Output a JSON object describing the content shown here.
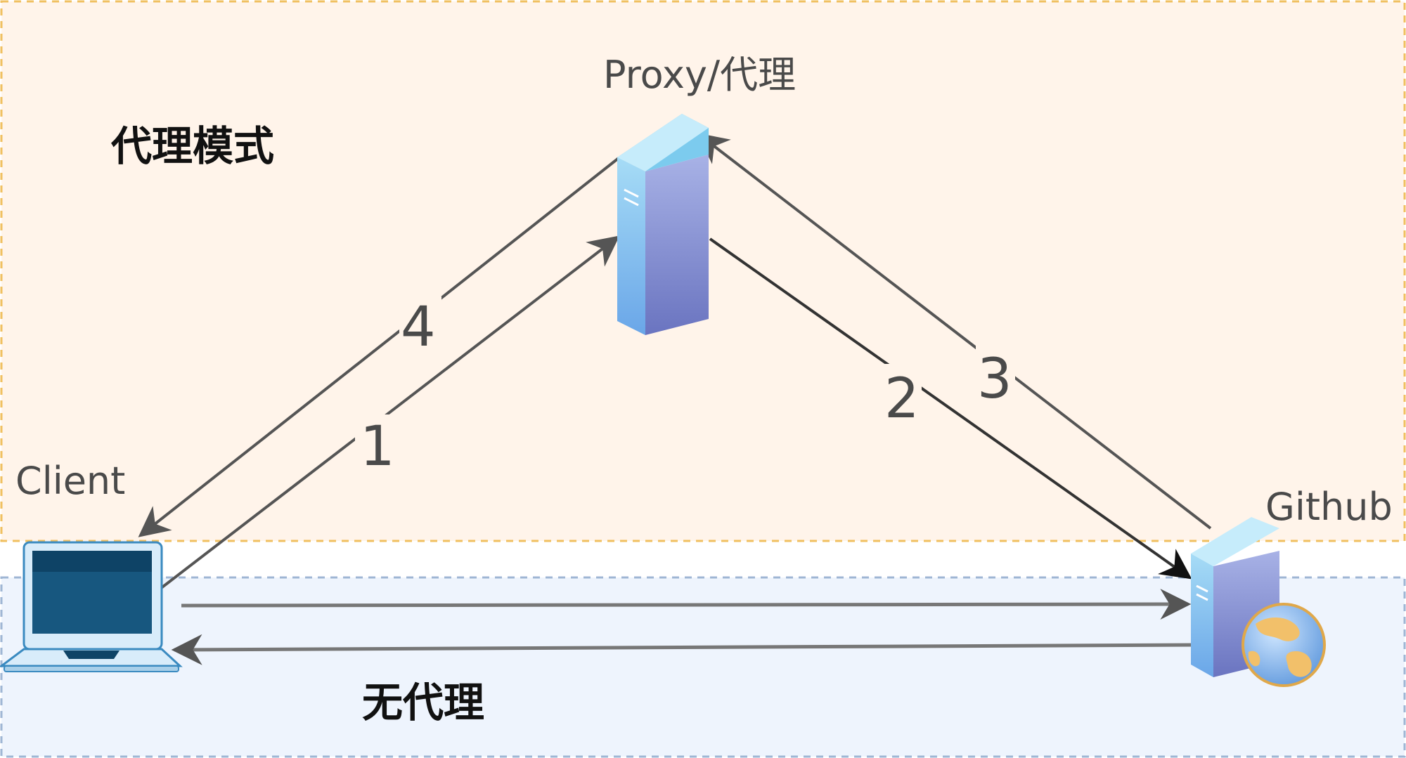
{
  "regions": {
    "proxy_mode": {
      "label": "代理模式",
      "fill": "#fff4ea",
      "border": "#f0c060"
    },
    "no_proxy": {
      "label": "无代理",
      "fill": "#eef4fd",
      "border": "#9fb6d4"
    }
  },
  "nodes": {
    "proxy": {
      "label": "Proxy/代理"
    },
    "client": {
      "label": "Client"
    },
    "github": {
      "label": "Github"
    }
  },
  "steps": [
    "1",
    "2",
    "3",
    "4"
  ],
  "colors": {
    "arrow": "#555555",
    "server_light": "#8ec8ef",
    "server_dark": "#6a7cc4",
    "laptop_screen": "#1a5a84",
    "globe": "#f2c06a"
  }
}
